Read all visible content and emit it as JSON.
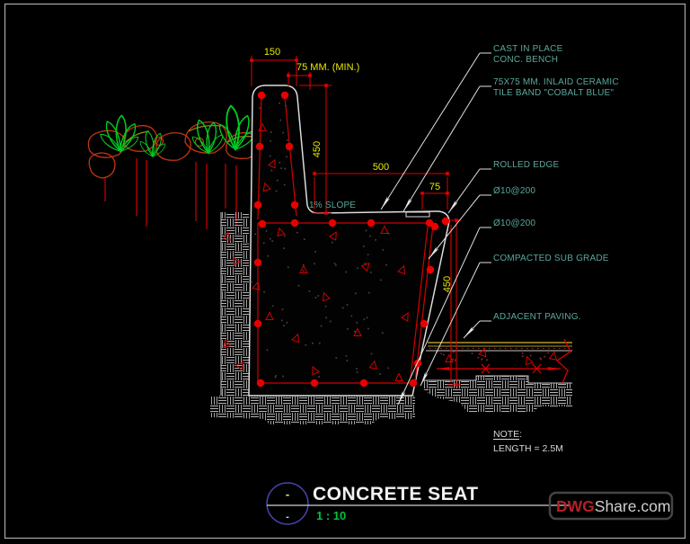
{
  "drawing": {
    "type": "CAD concrete seat detail section",
    "dimensions": {
      "back_width": "150",
      "min_thickness": "75 MM. (MIN.)",
      "back_height": "450",
      "seat_depth": "500",
      "tile_band_offset": "75",
      "front_height": "450",
      "slope_label": "1% SLOPE"
    },
    "callouts": [
      {
        "line1": "CAST IN PLACE",
        "line2": "CONC. BENCH"
      },
      {
        "line1": "75X75 MM. INLAID CERAMIC",
        "line2": "TILE BAND \"COBALT BLUE\""
      },
      {
        "line1": "ROLLED EDGE"
      },
      {
        "line1": "Ø10@200"
      },
      {
        "line1": "Ø10@200"
      },
      {
        "line1": "COMPACTED SUB GRADE"
      },
      {
        "line1": "ADJACENT PAVING."
      }
    ],
    "note": {
      "heading": "NOTE:",
      "body": "LENGTH = 2.5M"
    }
  },
  "title_block": {
    "title": "CONCRETE SEAT",
    "scale": "1 : 10",
    "mark_top": "-",
    "mark_bottom": "-"
  },
  "watermark": {
    "brand_prefix": "DWG",
    "brand_suffix": "Share.com"
  },
  "colors": {
    "background": "#000000",
    "line_red": "#e00000",
    "dimension_text_yellow": "#e8e800",
    "callout_text_teal": "#5aa79b",
    "outline_white": "#dcdcdc",
    "scale_green": "#00c13f",
    "plant_green": "#00cc22",
    "rock_orange": "#c03510",
    "paving_olive": "#b0982a",
    "title_circle_blue": "#4444aa",
    "brand_red": "#b52025"
  }
}
